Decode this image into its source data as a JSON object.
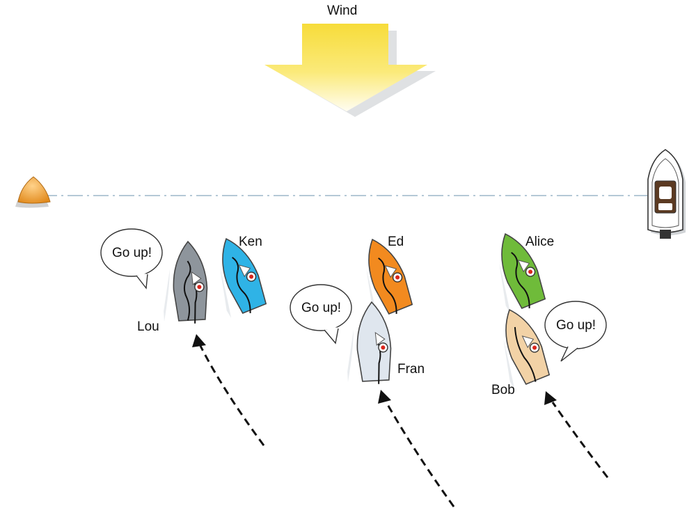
{
  "wind": {
    "label": "Wind",
    "color": "#f7dc3a"
  },
  "mark": {
    "color": "#f0a63c"
  },
  "boats": [
    {
      "name": "Lou",
      "color": "#8e959c"
    },
    {
      "name": "Ken",
      "color": "#2fb3e6"
    },
    {
      "name": "Ed",
      "color": "#f28a1f"
    },
    {
      "name": "Fran",
      "color": "#dfe6ee"
    },
    {
      "name": "Alice",
      "color": "#6fbb3a"
    },
    {
      "name": "Bob",
      "color": "#f2d2a6"
    }
  ],
  "bubbles": [
    {
      "text": "Go up!"
    },
    {
      "text": "Go up!"
    },
    {
      "text": "Go up!"
    }
  ]
}
